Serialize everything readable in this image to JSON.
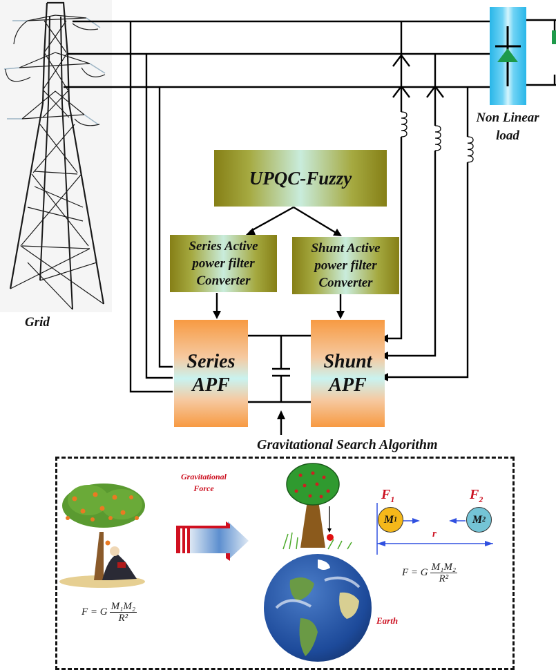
{
  "grid": {
    "label": "Grid"
  },
  "load": {
    "label_line1": "Non Linear",
    "label_line2": "load"
  },
  "controller": {
    "label": "UPQC-Fuzzy"
  },
  "series_converter": {
    "line1": "Series Active",
    "line2": "power filter",
    "line3": "Converter"
  },
  "shunt_converter": {
    "line1": "Shunt Active",
    "line2": "power filter",
    "line3": "Converter"
  },
  "series_apf": {
    "line1": "Series",
    "line2": "APF"
  },
  "shunt_apf": {
    "line1": "Shunt",
    "line2": "APF"
  },
  "optimizer": {
    "label": "Gravitational Search Algorithm"
  },
  "gsa_panel": {
    "force_label_line1": "Gravitational",
    "force_label_line2": "Force",
    "earth_label": "Earth",
    "f1": "F",
    "f1_sub": "1",
    "f2": "F",
    "f2_sub": "2",
    "m1": "M",
    "m1_sub": "1",
    "m2": "M",
    "m2_sub": "2",
    "distance_label": "r",
    "formula": {
      "lhs": "F = G",
      "numerator": "M₁M₂",
      "denominator": "R²"
    }
  },
  "colors": {
    "olive_box": "#857f16",
    "orange_box": "#f79a42",
    "load_box": "#29b6e8",
    "diode": "#1e9a4a",
    "red_text": "#cc1020",
    "blue_arrow": "#3050e0",
    "m1_fill": "#f5b81a",
    "m2_fill": "#74c4d6"
  }
}
